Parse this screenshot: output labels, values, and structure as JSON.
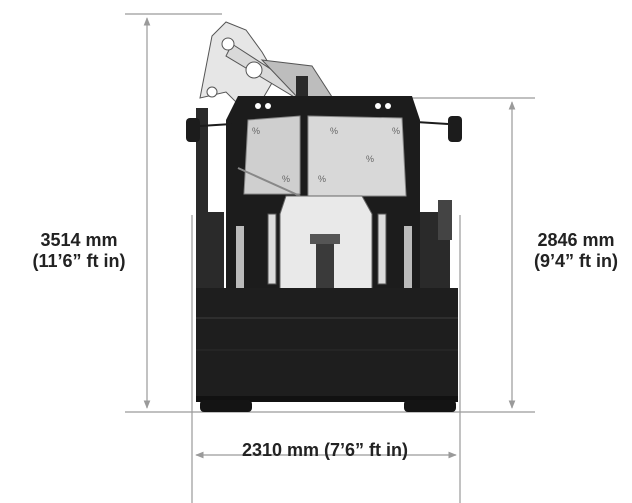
{
  "dimensions": {
    "overall_height": {
      "metric": "3514 mm",
      "imperial": "(11’6” ft in)"
    },
    "cab_height": {
      "metric": "2846 mm",
      "imperial": "(9’4” ft in)"
    },
    "width": {
      "label": "2310 mm (7’6” ft in)"
    }
  },
  "colors": {
    "machine": "#1c1c1c",
    "dimension_line": "#9a9a9a",
    "text": "#222222",
    "glass": "#cfcfcf"
  }
}
